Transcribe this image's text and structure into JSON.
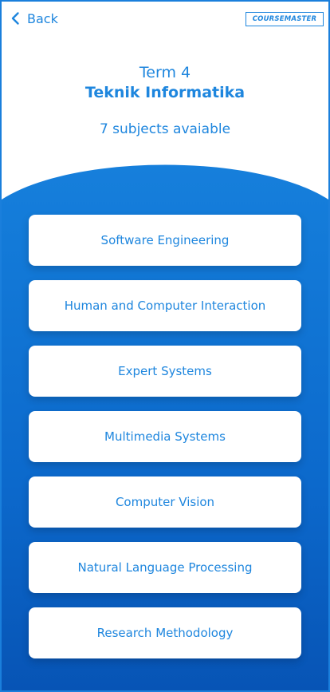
{
  "app": {
    "logo": {
      "part1": "COURSE",
      "part2": "MASTER"
    }
  },
  "header": {
    "back_label": "Back",
    "term": "Term 4",
    "program": "Teknik Informatika",
    "subject_count": "7 subjects avaiable"
  },
  "subjects": [
    {
      "label": "Software Engineering"
    },
    {
      "label": "Human and Computer Interaction"
    },
    {
      "label": "Expert Systems"
    },
    {
      "label": "Multimedia Systems"
    },
    {
      "label": "Computer Vision"
    },
    {
      "label": "Natural Language Processing"
    },
    {
      "label": "Research Methodology"
    }
  ],
  "colors": {
    "accent": "#1e86de",
    "background_top": "#1d8ae3",
    "background_bottom": "#0754b5"
  },
  "icons": {
    "back": "chevron-left-icon"
  }
}
